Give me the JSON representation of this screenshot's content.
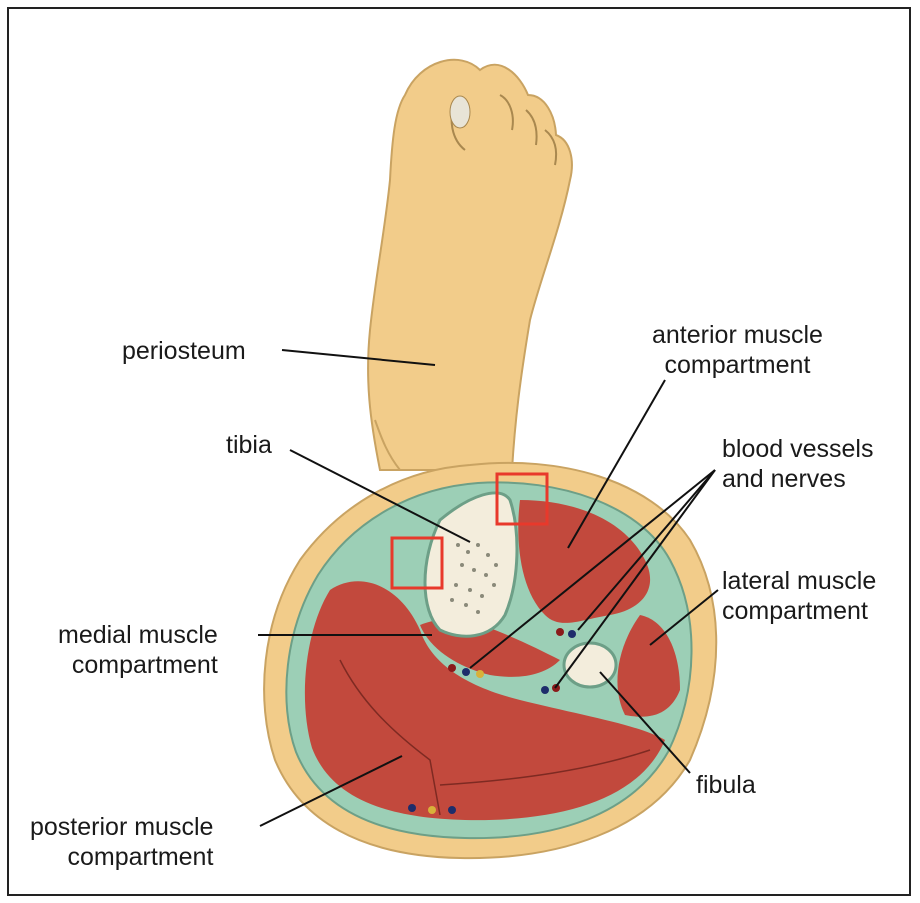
{
  "labels": {
    "anterior": [
      "anterior muscle",
      "compartment"
    ],
    "tibia": [
      "tibia"
    ],
    "vessels": [
      "blood vessels",
      "and nerves"
    ],
    "periosteum": [
      "periosteum"
    ],
    "lateral": [
      "lateral muscle",
      "compartment"
    ],
    "medial": [
      "medial muscle",
      "compartment"
    ],
    "posterior": [
      "posterior muscle",
      "compartment"
    ],
    "fibula": [
      "fibula"
    ]
  },
  "colors": {
    "skin": "#f2cc8a",
    "skin_outline": "#c9a362",
    "fascia": "#9ccfb6",
    "muscle": "#c2493d",
    "bone": "#f3eddc",
    "highlight_box": "#e8392b",
    "leader": "#111111"
  }
}
